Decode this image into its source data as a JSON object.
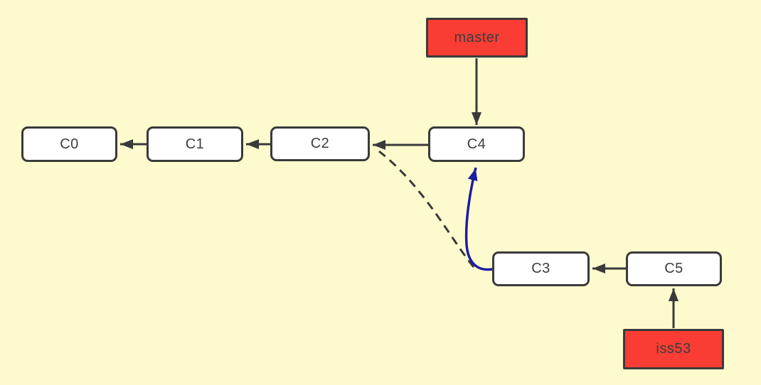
{
  "diagram": {
    "type": "git-commit-graph",
    "background": "#fdfbcd",
    "node_fill": "#ffffff",
    "node_border": "#3a3a3a",
    "branch_fill": "#f93d34",
    "arrow_color": "#3a3a3a",
    "merge_arrow_color": "#1c1ca3",
    "text_color": "#3d3d3d"
  },
  "nodes": {
    "c0": {
      "label": "C0"
    },
    "c1": {
      "label": "C1"
    },
    "c2": {
      "label": "C2"
    },
    "c3": {
      "label": "C3"
    },
    "c4": {
      "label": "C4"
    },
    "c5": {
      "label": "C5"
    }
  },
  "branches": {
    "master": {
      "label": "master"
    },
    "iss53": {
      "label": "iss53"
    }
  },
  "edges": [
    {
      "from": "master",
      "to": "C4",
      "style": "solid",
      "color": "dark",
      "direction": "down"
    },
    {
      "from": "C1",
      "to": "C0",
      "style": "solid",
      "color": "dark",
      "direction": "left"
    },
    {
      "from": "C2",
      "to": "C1",
      "style": "solid",
      "color": "dark",
      "direction": "left"
    },
    {
      "from": "C4",
      "to": "C2",
      "style": "solid",
      "color": "dark",
      "direction": "left"
    },
    {
      "from": "C3",
      "to": "C2",
      "style": "dashed",
      "color": "dark",
      "direction": "curved-up-left"
    },
    {
      "from": "C3",
      "to": "C4",
      "style": "solid",
      "color": "blue",
      "direction": "curved-up"
    },
    {
      "from": "C5",
      "to": "C3",
      "style": "solid",
      "color": "dark",
      "direction": "left"
    },
    {
      "from": "iss53",
      "to": "C5",
      "style": "solid",
      "color": "dark",
      "direction": "up"
    }
  ]
}
